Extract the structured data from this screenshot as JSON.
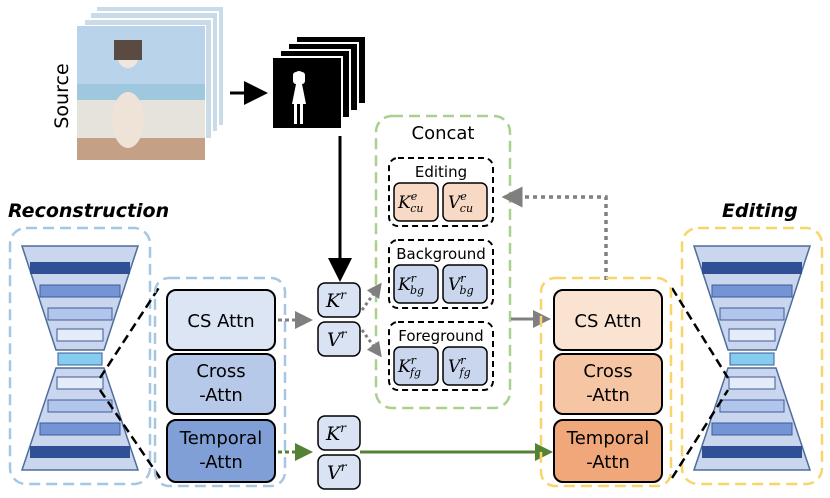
{
  "source_label": "Source",
  "reconstruction_label": "Reconstruction",
  "editing_label": "Editing",
  "concat_label": "Concat",
  "left_blocks": {
    "cs_attn": "CS Attn",
    "cross_l1": "Cross",
    "cross_l2": "-Attn",
    "temporal_l1": "Temporal",
    "temporal_l2": "-Attn"
  },
  "right_blocks": {
    "cs_attn": "CS Attn",
    "cross_l1": "Cross",
    "cross_l2": "-Attn",
    "temporal_l1": "Temporal",
    "temporal_l2": "-Attn"
  },
  "kv_cs": {
    "k": "K",
    "v": "V",
    "sup": "r"
  },
  "kv_temporal": {
    "k": "K",
    "v": "V",
    "sup": "r"
  },
  "groups": {
    "editing": {
      "title": "Editing",
      "k": "K",
      "k_sup": "e",
      "k_sub": "cu",
      "v": "V",
      "v_sup": "e",
      "v_sub": "cu"
    },
    "background": {
      "title": "Background",
      "k": "K",
      "k_sup": "r",
      "k_sub": "bg",
      "v": "V",
      "v_sup": "r",
      "v_sub": "bg"
    },
    "foreground": {
      "title": "Foreground",
      "k": "K",
      "k_sup": "r",
      "k_sub": "fg",
      "v": "V",
      "v_sup": "r",
      "v_sub": "fg"
    }
  },
  "colors": {
    "blue_fill": "#c9d6ee",
    "blue_dark": "#7f9fd6",
    "kv_fill": "#d9e3f3",
    "orange_light": "#fbe3d2",
    "orange_mid": "#f6c6a4",
    "orange_dark": "#f0a77a",
    "peach": "#f8d9c6",
    "green_dash": "#a9d18e",
    "yellow_dash": "#f7d56a",
    "lightblue_dash": "#a7c7e1",
    "green_arrow": "#548235",
    "gray_arrow": "#7f7f7f"
  }
}
